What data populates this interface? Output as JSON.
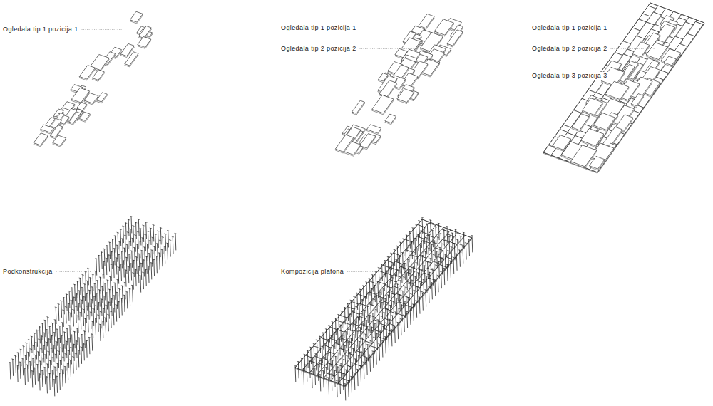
{
  "diagram": {
    "labels": [
      "Ogledala tip 1 pozicija 1",
      "Ogledala tip 1 pozicija 1",
      "Ogledala tip 2 pozicija 2",
      "Ogledala tip 1 pozicija 1",
      "Ogledala tip 2 pozicija 2",
      "Ogledala tip 3 pozicija 3",
      "Podkonstrukcija",
      "Kompozicija plafona"
    ]
  }
}
